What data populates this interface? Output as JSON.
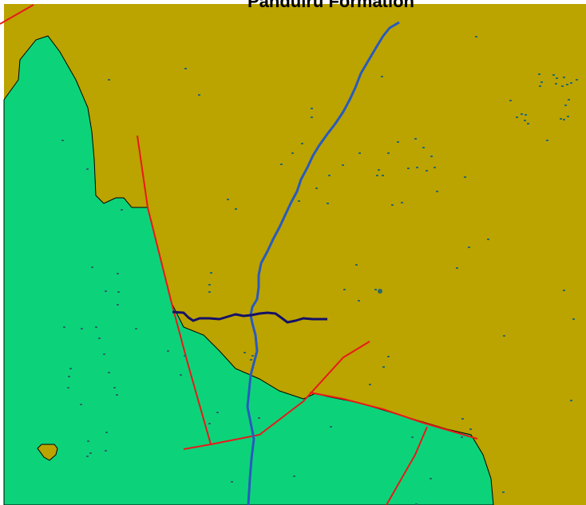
{
  "map": {
    "title": "Panduiru Formation",
    "colors": {
      "formation_fill": "#BBA300",
      "unit_fill": "#0CD37A",
      "unit_outline": "#000000",
      "faults": "#E8191A",
      "river": "#285ABF",
      "transect": "#141167",
      "samples": "#2A6A6A",
      "frame": "#000000"
    },
    "layers": [
      "formation-area",
      "green-unit",
      "fault-lines",
      "river",
      "transect-line",
      "sample-points"
    ]
  }
}
